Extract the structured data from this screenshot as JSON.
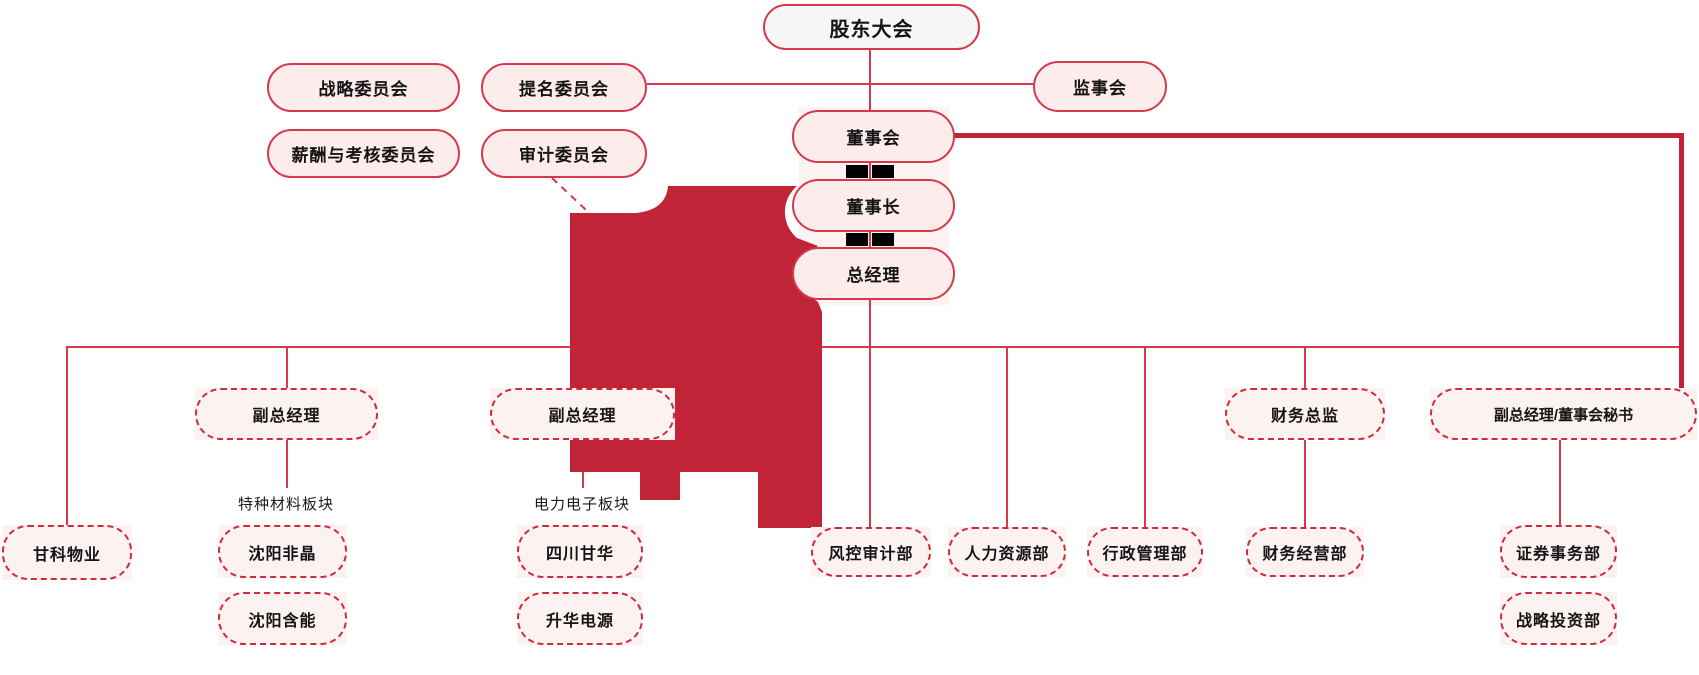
{
  "org": {
    "top": "股东大会",
    "committees": [
      "战略委员会",
      "提名委员会",
      "薪酬与考核委员会",
      "审计委员会"
    ],
    "supervisory": "监事会",
    "chain": [
      "董事会",
      "董事长",
      "总经理"
    ],
    "mid": [
      "副总经理",
      "副总经理",
      "财务总监",
      "副总经理/董事会秘书"
    ],
    "sections": [
      "特种材料板块",
      "电力电子板块"
    ],
    "departments": [
      "风控审计部",
      "人力资源部",
      "行政管理部",
      "财务经营部",
      "证券事务部",
      "战略投资部"
    ],
    "subsidiaries": [
      "甘科物业",
      "沈阳非晶",
      "沈阳含能",
      "四川甘华",
      "升华电源"
    ]
  },
  "colors": {
    "line_red": "#d5394a",
    "dark_red": "#c22437",
    "node_pink": "#fdecec",
    "top_node_gray": "#f6f6f7",
    "redaction_black": "#000000"
  }
}
